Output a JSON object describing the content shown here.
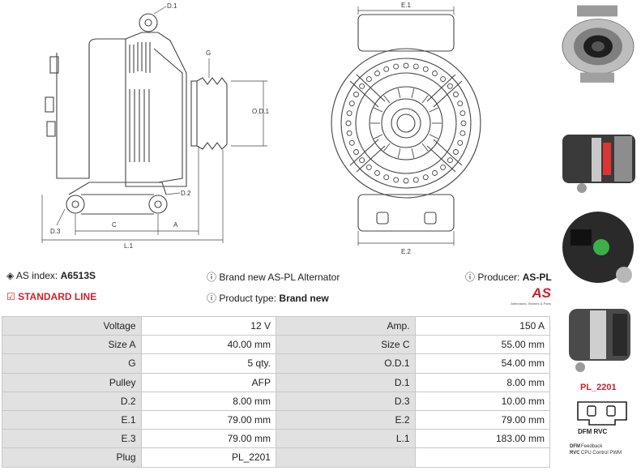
{
  "drawing": {
    "labels": {
      "d1": "D.1",
      "g": "G",
      "od1": "O.D.1",
      "d2": "D.2",
      "d3": "D.3",
      "c": "C",
      "a": "A",
      "l1": "L.1",
      "e1": "E.1",
      "e2": "E.2"
    }
  },
  "info": {
    "as_index_label": "AS index:",
    "as_index_value": "A6513S",
    "standard_line": "STANDARD LINE",
    "brand_new_text": "Brand new AS-PL Alternator",
    "product_type_label": "Product type:",
    "product_type_value": "Brand new",
    "producer_label": "Producer:",
    "producer_value": "AS-PL",
    "logo_text": "AS",
    "logo_tagline": "Alternators, Starters & Parts"
  },
  "specs": [
    {
      "k1": "Voltage",
      "v1": "12 V",
      "k2": "Amp.",
      "v2": "150 A"
    },
    {
      "k1": "Size A",
      "v1": "40.00 mm",
      "k2": "Size C",
      "v2": "55.00 mm"
    },
    {
      "k1": "G",
      "v1": "5 qty.",
      "k2": "O.D.1",
      "v2": "54.00 mm"
    },
    {
      "k1": "Pulley",
      "v1": "AFP",
      "k2": "D.1",
      "v2": "8.00 mm"
    },
    {
      "k1": "D.2",
      "v1": "8.00 mm",
      "k2": "D.3",
      "v2": "10.00 mm"
    },
    {
      "k1": "E.1",
      "v1": "79.00 mm",
      "k2": "E.2",
      "v2": "79.00 mm"
    },
    {
      "k1": "E.3",
      "v1": "79.00 mm",
      "k2": "L.1",
      "v2": "183.00 mm"
    },
    {
      "k1": "Plug",
      "v1": "PL_2201",
      "k2": "",
      "v2": ""
    }
  ],
  "sidebar": {
    "plug_code": "PL_2201",
    "connector_pins": "DFM RVC",
    "legend": [
      {
        "code": "DFM",
        "text": "Feedback"
      },
      {
        "code": "RVC",
        "text": "CPU Control PWM"
      }
    ]
  },
  "colors": {
    "accent_red": "#d0202e",
    "table_key_bg": "#e1e1e1",
    "line": "#444444"
  }
}
